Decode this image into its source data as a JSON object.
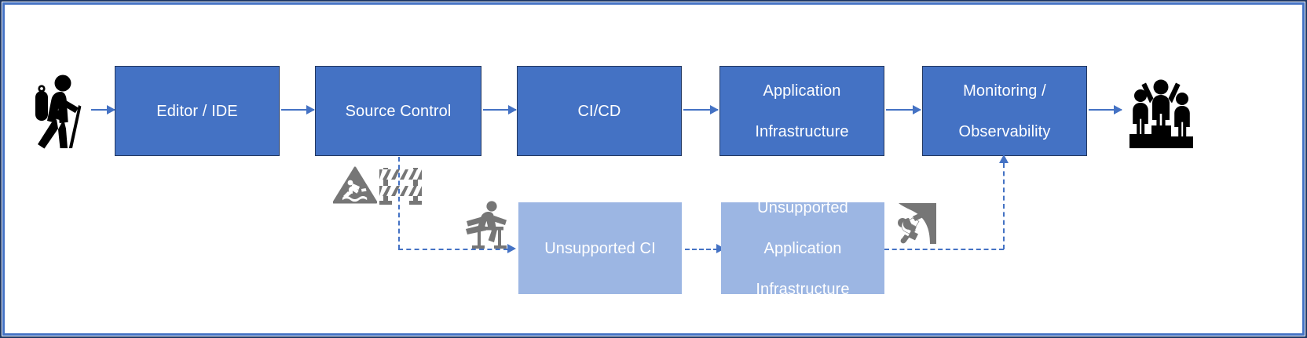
{
  "diagram": {
    "title": "Software delivery pipeline with unsupported fallback path",
    "colors": {
      "primary_box": "#4472C4",
      "primary_border": "#23375F",
      "secondary_box": "#9CB6E3",
      "connector": "#4472C4",
      "frame_outer": "#1F3864",
      "frame_inner": "#4472C4",
      "icon_black": "#000000",
      "icon_gray": "#767676",
      "label_text": "#FFFFFF"
    },
    "main_flow": {
      "nodes": [
        {
          "id": "editor-ide",
          "label": "Editor / IDE",
          "kind": "primary"
        },
        {
          "id": "source-control",
          "label": "Source Control",
          "kind": "primary"
        },
        {
          "id": "ci-cd",
          "label": "CI/CD",
          "kind": "primary"
        },
        {
          "id": "application-infrastructure",
          "label": "Application\nInfrastructure",
          "line1": "Application",
          "line2": "Infrastructure",
          "kind": "primary"
        },
        {
          "id": "monitoring-observability",
          "label": "Monitoring /\nObservability",
          "line1": "Monitoring /",
          "line2": "Observability",
          "kind": "primary"
        }
      ]
    },
    "fallback_flow": {
      "nodes": [
        {
          "id": "unsupported-ci",
          "label": "Unsupported CI",
          "kind": "secondary"
        },
        {
          "id": "unsupported-application-infrastructure",
          "line1": "Unsupported",
          "line2": "Application",
          "line3": "Infrastructure",
          "kind": "secondary"
        }
      ]
    },
    "icons": [
      {
        "id": "hiker-icon",
        "name": "hiker-with-backpack-icon",
        "color": "#000000",
        "position": "start-of-main-flow"
      },
      {
        "id": "podium-icon",
        "name": "winners-podium-icon",
        "color": "#000000",
        "position": "end-of-main-flow"
      },
      {
        "id": "slip-hazard-icon",
        "name": "slip-hazard-warning-icon",
        "color": "#767676",
        "position": "below-source-control"
      },
      {
        "id": "road-barrier-icon",
        "name": "road-barrier-icon",
        "color": "#767676",
        "position": "below-source-control"
      },
      {
        "id": "hurdler-icon",
        "name": "hurdle-runner-icon",
        "color": "#767676",
        "position": "before-unsupported-ci"
      },
      {
        "id": "climber-icon",
        "name": "rock-climber-overhang-icon",
        "color": "#767676",
        "position": "after-unsupported-application-infrastructure"
      }
    ],
    "connectors": [
      {
        "id": "hiker-to-editor",
        "style": "solid",
        "from": "hiker-icon",
        "to": "editor-ide"
      },
      {
        "id": "editor-to-source-control",
        "style": "solid",
        "from": "editor-ide",
        "to": "source-control"
      },
      {
        "id": "source-control-to-cicd",
        "style": "solid",
        "from": "source-control",
        "to": "ci-cd"
      },
      {
        "id": "cicd-to-app-infra",
        "style": "solid",
        "from": "ci-cd",
        "to": "application-infrastructure"
      },
      {
        "id": "app-infra-to-monitoring",
        "style": "solid",
        "from": "application-infrastructure",
        "to": "monitoring-observability"
      },
      {
        "id": "monitoring-to-podium",
        "style": "solid",
        "from": "monitoring-observability",
        "to": "podium-icon"
      },
      {
        "id": "source-control-to-unsupported-ci",
        "style": "dashed",
        "from": "source-control",
        "to": "unsupported-ci"
      },
      {
        "id": "unsupported-ci-to-unsupported-app-infra",
        "style": "dashed",
        "from": "unsupported-ci",
        "to": "unsupported-application-infrastructure"
      },
      {
        "id": "unsupported-app-infra-to-monitoring",
        "style": "dashed",
        "from": "unsupported-application-infrastructure",
        "to": "monitoring-observability"
      }
    ]
  }
}
